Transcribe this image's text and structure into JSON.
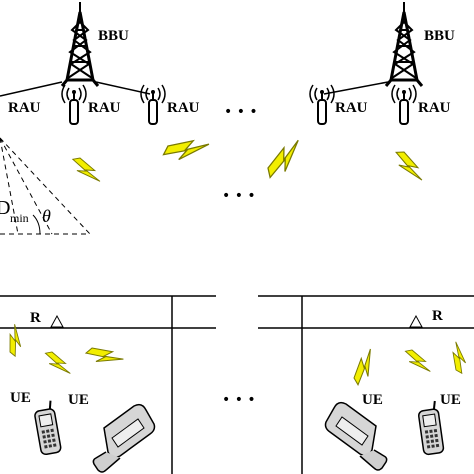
{
  "nodes": {
    "bbu_left": "BBU",
    "bbu_right": "BBU",
    "rau_1": "RAU",
    "rau_2": "RAU",
    "rau_3": "RAU",
    "rau_4": "RAU",
    "rau_5": "RAU",
    "relay_left": "R",
    "relay_right": "R",
    "ue_1": "UE",
    "ue_2": "UE",
    "ue_3": "UE",
    "ue_4": "UE"
  },
  "geometry_labels": {
    "dmin_main": "D",
    "dmin_sub": "min",
    "theta": "θ"
  },
  "ellipses": {
    "top": "• • •",
    "middle": "• • •",
    "bottom": "• • •"
  },
  "colors": {
    "lightning_fill": "#f2ee00",
    "lightning_stroke": "#7a7a00",
    "line": "#000000"
  }
}
